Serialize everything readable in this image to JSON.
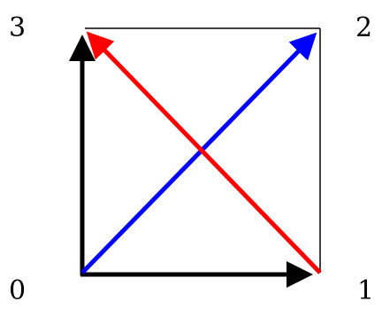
{
  "labels": {
    "corner_0": "0",
    "corner_1": "1",
    "corner_2": "2",
    "corner_3": "3"
  },
  "colors": {
    "black_edge": "#000000",
    "thin_edge": "#000000",
    "blue_diagonal": "#0000ff",
    "red_diagonal": "#ff0000",
    "label_text": "#000000"
  },
  "edges": [
    {
      "name": "edge-0-to-1",
      "from": "corner_0",
      "to": "corner_1",
      "style": "thick-black-arrow"
    },
    {
      "name": "edge-0-to-3",
      "from": "corner_0",
      "to": "corner_3",
      "style": "thick-black-arrow"
    },
    {
      "name": "edge-1-to-2",
      "from": "corner_1",
      "to": "corner_2",
      "style": "thin-black-line"
    },
    {
      "name": "edge-3-to-2",
      "from": "corner_3",
      "to": "corner_2",
      "style": "thin-black-line"
    },
    {
      "name": "diagonal-0-to-2",
      "from": "corner_0",
      "to": "corner_2",
      "style": "blue-arrow"
    },
    {
      "name": "diagonal-1-to-3",
      "from": "corner_1",
      "to": "corner_3",
      "style": "red-arrow"
    }
  ]
}
